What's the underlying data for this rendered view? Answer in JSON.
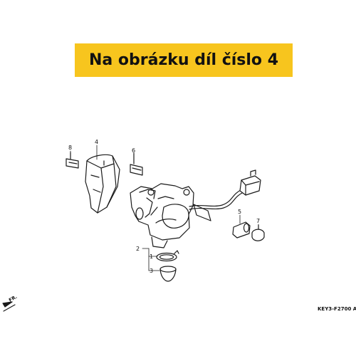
{
  "banner": {
    "title": "Na obrázku díl číslo 4"
  },
  "diagram": {
    "callouts": [
      "8",
      "4",
      "6",
      "5",
      "7",
      "1",
      "2",
      "3"
    ],
    "direction_label": "FR.",
    "drawing_code": "KEY3-F2700 A"
  },
  "colors": {
    "banner": "#f7c51e",
    "line": "#1a1a1a"
  }
}
